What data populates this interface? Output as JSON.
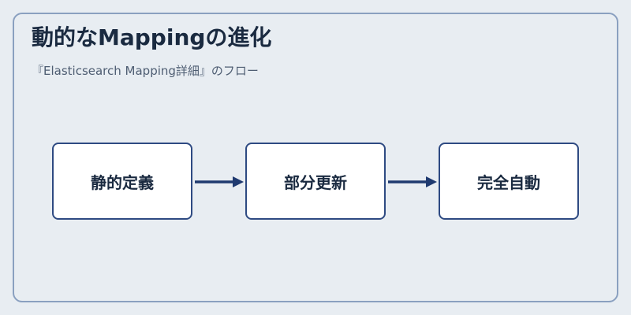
{
  "diagram": {
    "title": "動的なMappingの進化",
    "subtitle": "『Elasticsearch Mapping詳細』のフロー",
    "nodes": [
      {
        "label": "静的定義"
      },
      {
        "label": "部分更新"
      },
      {
        "label": "完全自動"
      }
    ],
    "colors": {
      "background": "#e8edf2",
      "frame_border": "#8aa0c0",
      "node_border": "#2e4a82",
      "arrow": "#1f3a70",
      "text": "#1a2a40"
    }
  }
}
